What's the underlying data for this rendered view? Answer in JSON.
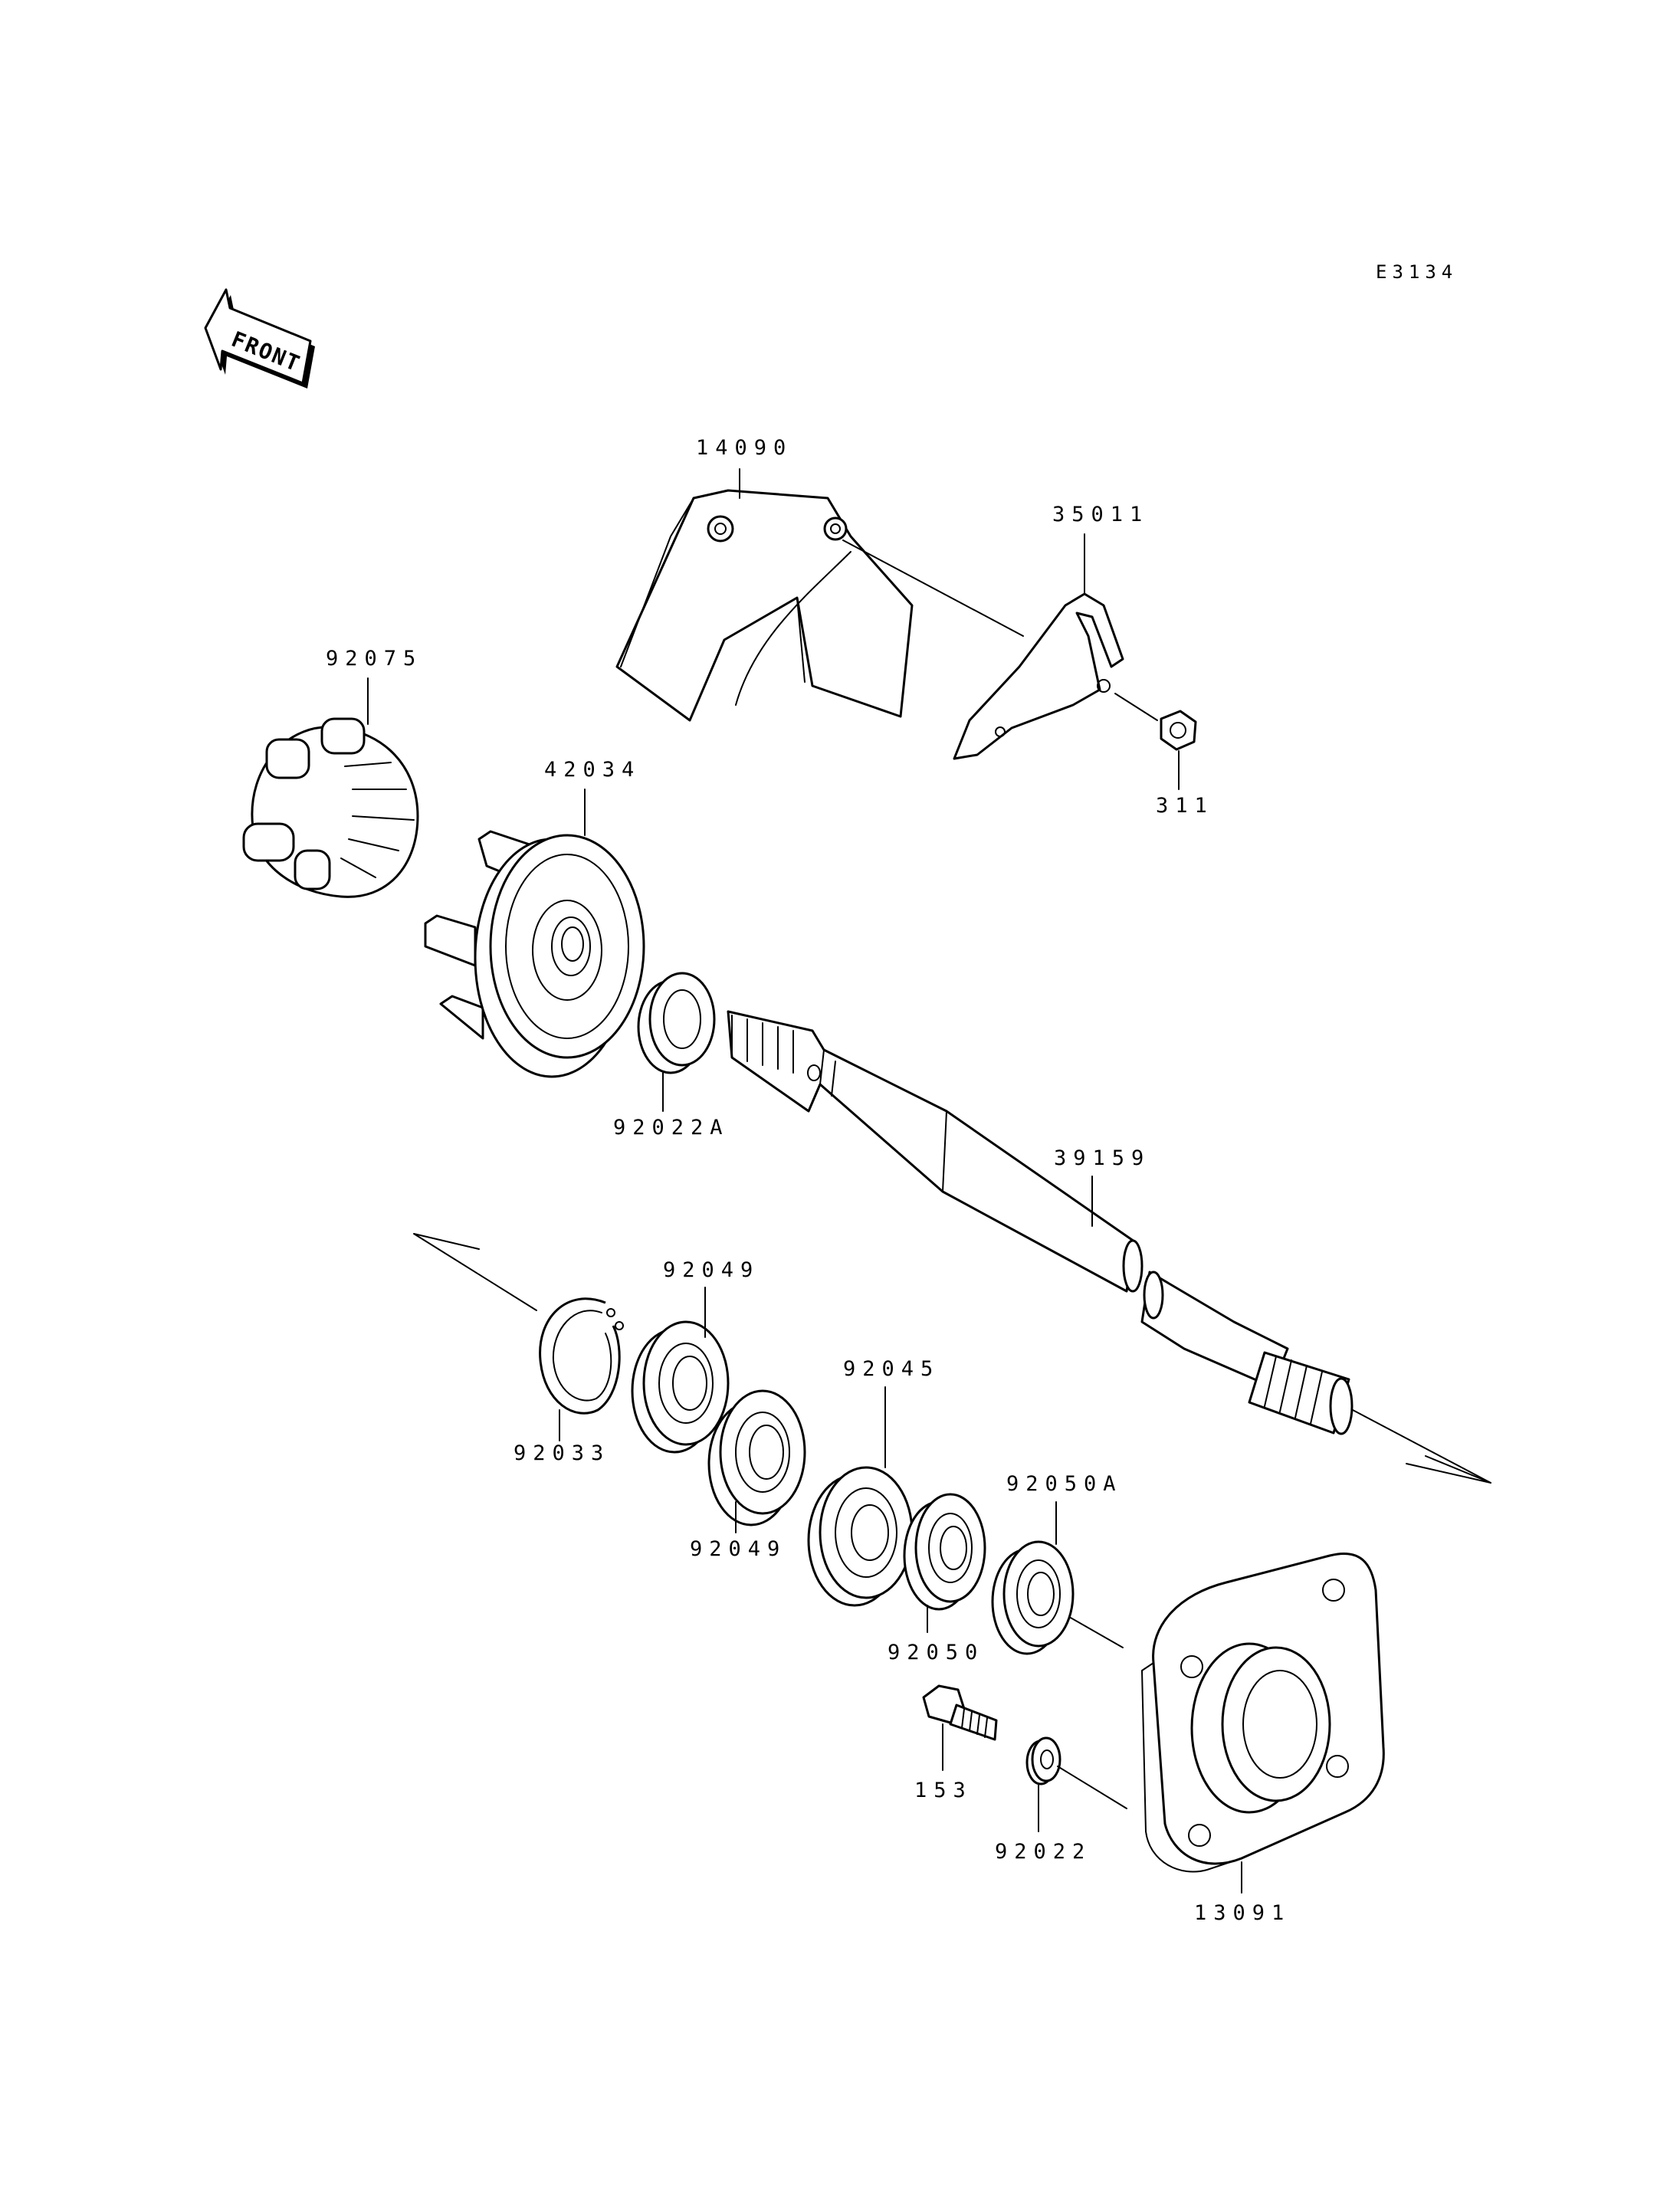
{
  "diagram": {
    "ref_code": "E3134",
    "front_label": "FRONT",
    "parts": [
      {
        "id": "14090",
        "name": "cover"
      },
      {
        "id": "35011",
        "name": "bracket"
      },
      {
        "id": "311",
        "name": "nut"
      },
      {
        "id": "92075",
        "name": "damper"
      },
      {
        "id": "42034",
        "name": "coupling"
      },
      {
        "id": "92022A",
        "name": "washer"
      },
      {
        "id": "39159",
        "name": "drive-shaft"
      },
      {
        "id": "92049",
        "name": "seal-upper"
      },
      {
        "id": "92033",
        "name": "circlip"
      },
      {
        "id": "92049",
        "name": "seal-lower"
      },
      {
        "id": "92045",
        "name": "ball-bearing"
      },
      {
        "id": "92050A",
        "name": "seal"
      },
      {
        "id": "92050",
        "name": "seal"
      },
      {
        "id": "153",
        "name": "bolt"
      },
      {
        "id": "92022",
        "name": "washer"
      },
      {
        "id": "13091",
        "name": "housing"
      }
    ]
  }
}
